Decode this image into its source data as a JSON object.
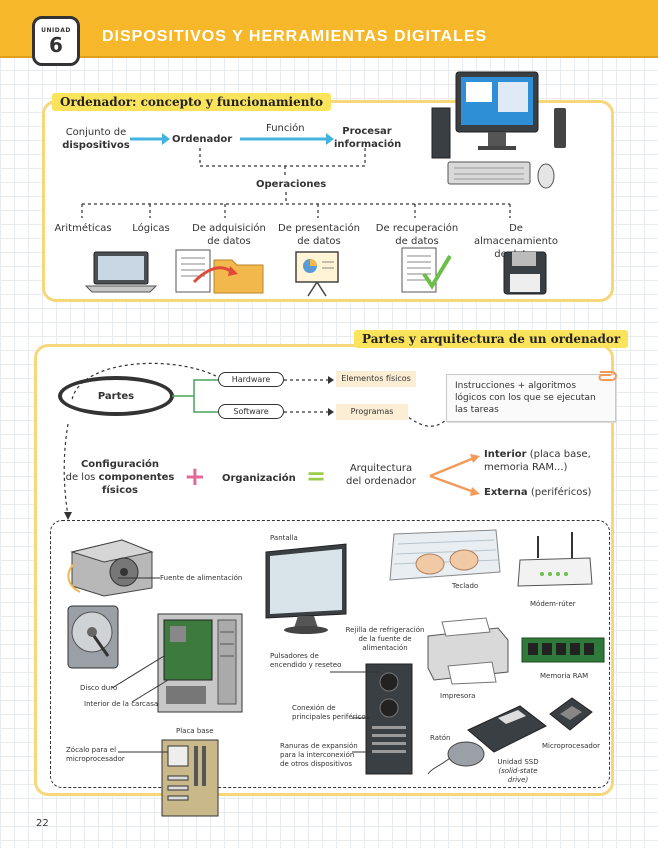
{
  "unit": {
    "label": "UNIDAD",
    "number": "6",
    "title": "DISPOSITIVOS Y HERRAMIENTAS DIGITALES"
  },
  "section1": {
    "title": "Ordenador: concepto y funcionamiento",
    "conjunto": "Conjunto de",
    "dispositivos": "dispositivos",
    "ordenador": "Ordenador",
    "funcion": "Función",
    "procesar": "Procesar",
    "informacion": "información",
    "operaciones": "Operaciones",
    "ops": [
      {
        "line1": "Aritméticas",
        "line2": ""
      },
      {
        "line1": "Lógicas",
        "line2": ""
      },
      {
        "line1": "De adquisición",
        "line2": "de datos"
      },
      {
        "line1": "De presentación",
        "line2": "de datos"
      },
      {
        "line1": "De recuperación",
        "line2": "de datos"
      },
      {
        "line1": "De almacenamiento",
        "line2": "de datos"
      }
    ]
  },
  "section2": {
    "title": "Partes y arquitectura de un ordenador",
    "partes": "Partes",
    "hardware": "Hardware",
    "software": "Software",
    "elementos": "Elementos físicos",
    "programas": "Programas",
    "note": "Instrucciones + algoritmos lógicos con los que se ejecutan las tareas",
    "config_line1": "Configuración",
    "config_line2_a": "de los",
    "config_line2_b": "componentes",
    "config_line3": "físicos",
    "plus": "+",
    "organizacion": "Organización",
    "equals": "=",
    "arq_line1": "Arquitectura",
    "arq_line2": "del ordenador",
    "interior_bold": "Interior",
    "interior_rest": "(placa base,",
    "interior_line2": "memoria RAM...)",
    "externa_bold": "Externa",
    "externa_rest": "(periféricos)"
  },
  "labels": {
    "fuente": "Fuente de alimentación",
    "disco": "Disco duro",
    "carcasa": "Interior de la carcasa",
    "placa": "Placa base",
    "zocalo1": "Zócalo para el",
    "zocalo2": "microprocesador",
    "pantalla": "Pantalla",
    "pulsadores1": "Pulsadores de",
    "pulsadores2": "encendido y reseteo",
    "rejilla1": "Rejilla de refrigeración",
    "rejilla2": "de la fuente de",
    "rejilla3": "alimentación",
    "conexion1": "Conexión de",
    "conexion2": "principales periféricos",
    "ranuras1": "Ranuras de expansión",
    "ranuras2": "para la interconexión",
    "ranuras3": "de otros dispositivos",
    "teclado": "Teclado",
    "modem": "Módem-rúter",
    "impresora": "Impresora",
    "memoria": "Memoria RAM",
    "raton": "Ratón",
    "ssd1": "Unidad SSD",
    "ssd2": "(solid-state drive)",
    "micro": "Microprocesador"
  },
  "page_number": "22",
  "colors": {
    "banner": "#f6b72a",
    "highlight": "#fbe45c",
    "arrow_blue": "#45b3df",
    "arrow_orange": "#f29a5a",
    "plus_pink": "#e06b9a",
    "equals_green": "#9acd4c"
  }
}
